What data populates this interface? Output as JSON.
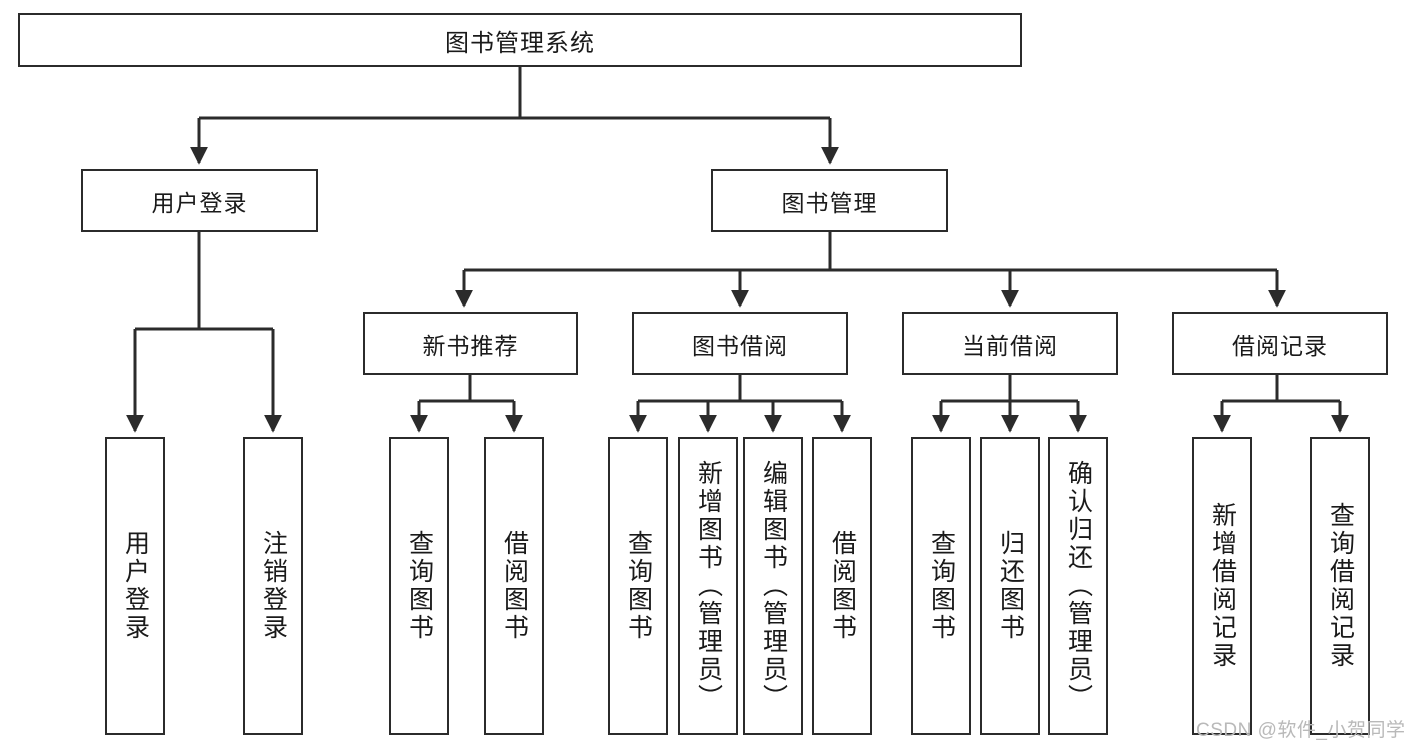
{
  "diagram": {
    "title": "图书管理系统",
    "type": "tree",
    "root": {
      "label": "图书管理系统"
    },
    "level2": [
      {
        "label": "用户登录"
      },
      {
        "label": "图书管理"
      }
    ],
    "level3": [
      {
        "label": "新书推荐"
      },
      {
        "label": "图书借阅"
      },
      {
        "label": "当前借阅"
      },
      {
        "label": "借阅记录"
      }
    ],
    "leaves": {
      "user_login": [
        {
          "label": "用户登录"
        },
        {
          "label": "注销登录"
        }
      ],
      "new_book_recommend": [
        {
          "label": "查询图书"
        },
        {
          "label": "借阅图书"
        }
      ],
      "book_borrow": [
        {
          "label": "查询图书"
        },
        {
          "label": "新增图书（管理员）"
        },
        {
          "label": "编辑图书（管理员）"
        },
        {
          "label": "借阅图书"
        }
      ],
      "current_borrow": [
        {
          "label": "查询图书"
        },
        {
          "label": "归还图书"
        },
        {
          "label": "确认归还（管理员）"
        }
      ],
      "borrow_record": [
        {
          "label": "新增借阅记录"
        },
        {
          "label": "查询借阅记录"
        }
      ]
    },
    "colors": {
      "stroke": "#2b2b2b",
      "fill": "#ffffff",
      "text": "#1a1a1a",
      "watermark": "#b9b9b9"
    }
  },
  "watermark": {
    "text": "CSDN @软件_小贺同学"
  }
}
